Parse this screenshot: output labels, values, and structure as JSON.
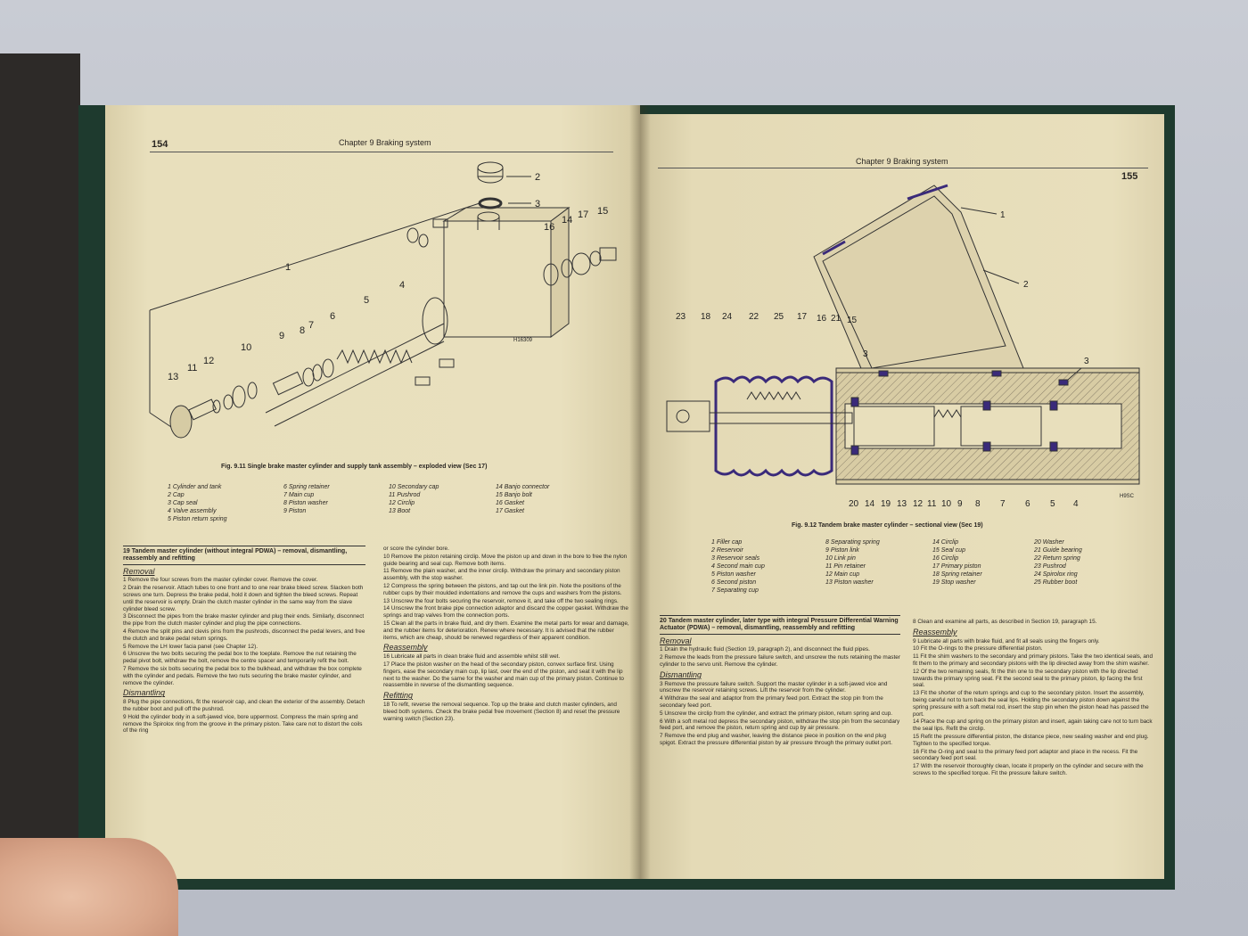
{
  "left_page": {
    "page_number": "154",
    "header": "Chapter 9 Braking system",
    "figure": {
      "callouts": [
        "1",
        "2",
        "3",
        "4",
        "5",
        "6",
        "7",
        "8",
        "9",
        "10",
        "11",
        "12",
        "13",
        "14",
        "15",
        "16",
        "17"
      ],
      "drawing_code": "H16309",
      "caption": "Fig. 9.11 Single brake master cylinder and supply tank assembly – exploded view (Sec 17)",
      "legend": [
        [
          "1  Cylinder and tank",
          "2  Cap",
          "3  Cap seal",
          "4  Valve assembly",
          "5  Piston return spring"
        ],
        [
          "6  Spring retainer",
          "7  Main cup",
          "8  Piston washer",
          "9  Piston"
        ],
        [
          "10  Secondary cap",
          "11  Pushrod",
          "12  Circlip",
          "13  Boot"
        ],
        [
          "14  Banjo connector",
          "15  Banjo bolt",
          "16  Gasket",
          "17  Gasket"
        ]
      ]
    },
    "section19": {
      "heading": "19 Tandem master cylinder (without integral PDWA) – removal, dismantling, reassembly and refitting",
      "sub_removal": "Removal",
      "removal": [
        "1  Remove the four screws from the master cylinder cover. Remove the cover.",
        "2  Drain the reservoir. Attach tubes to one front and to one rear brake bleed screw. Slacken both screws one turn. Depress the brake pedal, hold it down and tighten the bleed screws. Repeat until the reservoir is empty. Drain the clutch master cylinder in the same way from the slave cylinder bleed screw.",
        "3  Disconnect the pipes from the brake master cylinder and plug their ends. Similarly, disconnect the pipe from the clutch master cylinder and plug the pipe connections.",
        "4  Remove the split pins and clevis pins from the pushrods, disconnect the pedal levers, and free the clutch and brake pedal return springs.",
        "5  Remove the LH lower facia panel (see Chapter 12).",
        "6  Unscrew the two bolts securing the pedal box to the toeplate. Remove the nut retaining the pedal pivot bolt, withdraw the bolt, remove the centre spacer and temporarily refit the bolt.",
        "7  Remove the six bolts securing the pedal box to the bulkhead, and withdraw the box complete with the cylinder and pedals. Remove the two nuts securing the brake master cylinder, and remove the cylinder."
      ],
      "sub_dismantling": "Dismantling",
      "dismantling": [
        "8  Plug the pipe connections, fit the reservoir cap, and clean the exterior of the assembly. Detach the rubber boot and pull off the pushrod.",
        "9  Hold the cylinder body in a soft-jawed vice, bore uppermost. Compress the main spring and remove the Spirolox ring from the groove in the primary piston. Take care not to distort the coils of the ring"
      ],
      "col2": [
        "or score the cylinder bore.",
        "10  Remove the piston retaining circlip. Move the piston up and down in the bore to free the nylon guide bearing and seal cup. Remove both items.",
        "11  Remove the plain washer, and the inner circlip. Withdraw the primary and secondary piston assembly, with the stop washer.",
        "12  Compress the spring between the pistons, and tap out the link pin. Note the positions of the rubber cups by their moulded indentations and remove the cups and washers from the pistons.",
        "13  Unscrew the four bolts securing the reservoir, remove it, and take off the two sealing rings.",
        "14  Unscrew the front brake pipe connection adaptor and discard the copper gasket. Withdraw the springs and trap valves from the connection ports.",
        "15  Clean all the parts in brake fluid, and dry them. Examine the metal parts for wear and damage, and the rubber items for deterioration. Renew where necessary. It is advised that the rubber items, which are cheap, should be renewed regardless of their apparent condition."
      ],
      "sub_reassembly": "Reassembly",
      "reassembly": [
        "16  Lubricate all parts in clean brake fluid and assemble whilst still wet.",
        "17  Place the piston washer on the head of the secondary piston, convex surface first. Using fingers, ease the secondary main cup, lip last, over the end of the piston, and seat it with the lip next to the washer. Do the same for the washer and main cup of the primary piston. Continue to reassemble in reverse of the dismantling sequence."
      ],
      "sub_refitting": "Refitting",
      "refitting": [
        "18  To refit, reverse the removal sequence. Top up the brake and clutch master cylinders, and bleed both systems. Check the brake pedal free movement (Section 8) and reset the pressure warning switch (Section 23)."
      ]
    }
  },
  "right_page": {
    "page_number": "155",
    "header": "Chapter 9 Braking system",
    "figure": {
      "callouts_top": [
        "23",
        "18",
        "24",
        "22",
        "25",
        "17",
        "16",
        "21",
        "15"
      ],
      "callouts_right": [
        "1",
        "2",
        "3",
        "3"
      ],
      "callouts_bottom": [
        "20",
        "14",
        "19",
        "13",
        "12",
        "11",
        "10",
        "9",
        "8",
        "7",
        "6",
        "5",
        "4"
      ],
      "drawing_code": "H9SC",
      "caption": "Fig. 9.12 Tandem brake master cylinder – sectional view (Sec 19)",
      "legend": [
        [
          "1  Filler cap",
          "2  Reservoir",
          "3  Reservoir seals",
          "4  Second main cup",
          "5  Piston washer",
          "6  Second piston",
          "7  Separating cup"
        ],
        [
          "8  Separating spring",
          "9  Piston link",
          "10  Link pin",
          "11  Pin retainer",
          "12  Main cup",
          "13  Piston washer"
        ],
        [
          "14  Circlip",
          "15  Seal cup",
          "16  Circlip",
          "17  Primary piston",
          "18  Spring retainer",
          "19  Stop washer"
        ],
        [
          "20  Washer",
          "21  Guide bearing",
          "22  Return spring",
          "23  Pushrod",
          "24  Spirolox ring",
          "25  Rubber boot"
        ]
      ]
    },
    "section20": {
      "heading": "20 Tandem master cylinder, later type with integral Pressure Differential Warning Actuator (PDWA) – removal, dismantling, reassembly and refitting",
      "sub_removal": "Removal",
      "removal": [
        "1  Drain the hydraulic fluid (Section 19, paragraph 2), and disconnect the fluid pipes.",
        "2  Remove the leads from the pressure failure switch, and unscrew the nuts retaining the master cylinder to the servo unit. Remove the cylinder."
      ],
      "sub_dismantling": "Dismantling",
      "dismantling": [
        "3  Remove the pressure failure switch. Support the master cylinder in a soft-jawed vice and unscrew the reservoir retaining screws. Lift the reservoir from the cylinder.",
        "4  Withdraw the seal and adaptor from the primary feed port. Extract the stop pin from the secondary feed port.",
        "5  Unscrew the circlip from the cylinder, and extract the primary piston, return spring and cup.",
        "6  With a soft metal rod depress the secondary piston, withdraw the stop pin from the secondary feed port, and remove the piston, return spring and cup by air pressure.",
        "7  Remove the end plug and washer, leaving the distance piece in position on the end plug spigot. Extract the pressure differential piston by air pressure through the primary outlet port."
      ],
      "col2_top": [
        "8  Clean and examine all parts, as described in Section 19, paragraph 15."
      ],
      "sub_reassembly": "Reassembly",
      "reassembly": [
        "9  Lubricate all parts with brake fluid, and fit all seals using the fingers only.",
        "10  Fit the O-rings to the pressure differential piston.",
        "11  Fit the shim washers to the secondary and primary pistons. Take the two identical seals, and fit them to the primary and secondary pistons with the lip directed away from the shim washer.",
        "12  Of the two remaining seals, fit the thin one to the secondary piston with the lip directed towards the primary spring seat. Fit the second seal to the primary piston, lip facing the first seal.",
        "13  Fit the shorter of the return springs and cup to the secondary piston. Insert the assembly, being careful not to turn back the seal lips. Holding the secondary piston down against the spring pressure with a soft metal rod, insert the stop pin when the piston head has passed the port.",
        "14  Place the cup and spring on the primary piston and insert, again taking care not to turn back the seal lips. Refit the circlip.",
        "15  Refit the pressure differential piston, the distance piece, new sealing washer and end plug. Tighten to the specified torque.",
        "16  Fit the O-ring and seal to the primary feed port adaptor and place in the recess. Fit the secondary feed port seal.",
        "17  With the reservoir thoroughly clean, locate it properly on the cylinder and secure with the screws to the specified torque. Fit the pressure failure switch."
      ]
    }
  },
  "colors": {
    "paper": "#e8dfbc",
    "ink": "#2a2622",
    "cover": "#1e3a2e",
    "section_ink": "#3a2a7a"
  }
}
